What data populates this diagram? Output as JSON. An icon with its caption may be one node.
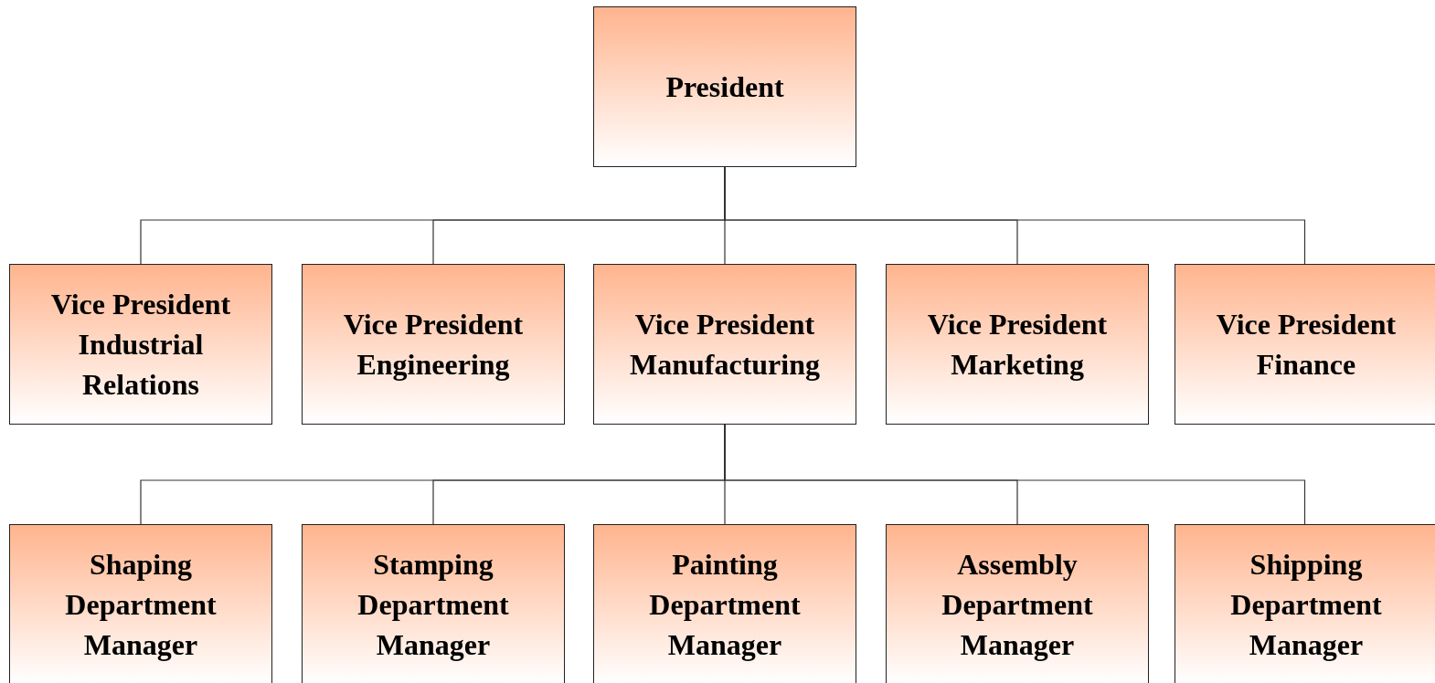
{
  "diagram": {
    "nodes": [
      {
        "text": [
          "President"
        ]
      },
      {
        "text": [
          "Vice President Industrial Relations"
        ]
      },
      {
        "text": [
          "Vice President Engineering"
        ]
      },
      {
        "text": [
          "Vice President Manufacturing"
        ]
      },
      {
        "text": [
          "Vice President Marketing"
        ]
      },
      {
        "text": [
          "Vice President Finance"
        ]
      },
      {
        "text": [
          "Shaping Department Manager"
        ]
      },
      {
        "text": [
          "Stamping Department Manager"
        ]
      },
      {
        "text": [
          "Painting Department Manager"
        ]
      },
      {
        "text": [
          "Assembly Department Manager"
        ]
      },
      {
        "text": [
          "Shipping Department Manager"
        ]
      }
    ],
    "edges": [
      {
        "from": 0,
        "to": 1,
        "arrow": "none"
      },
      {
        "from": 0,
        "to": 2,
        "arrow": "none"
      },
      {
        "from": 0,
        "to": 3,
        "arrow": "none"
      },
      {
        "from": 0,
        "to": 4,
        "arrow": "none"
      },
      {
        "from": 0,
        "to": 5,
        "arrow": "none"
      },
      {
        "from": 3,
        "to": 6,
        "arrow": "none"
      },
      {
        "from": 3,
        "to": 7,
        "arrow": "none"
      },
      {
        "from": 3,
        "to": 8,
        "arrow": "none"
      },
      {
        "from": 3,
        "to": 9,
        "arrow": "none"
      },
      {
        "from": 3,
        "to": 10,
        "arrow": "none"
      }
    ]
  }
}
